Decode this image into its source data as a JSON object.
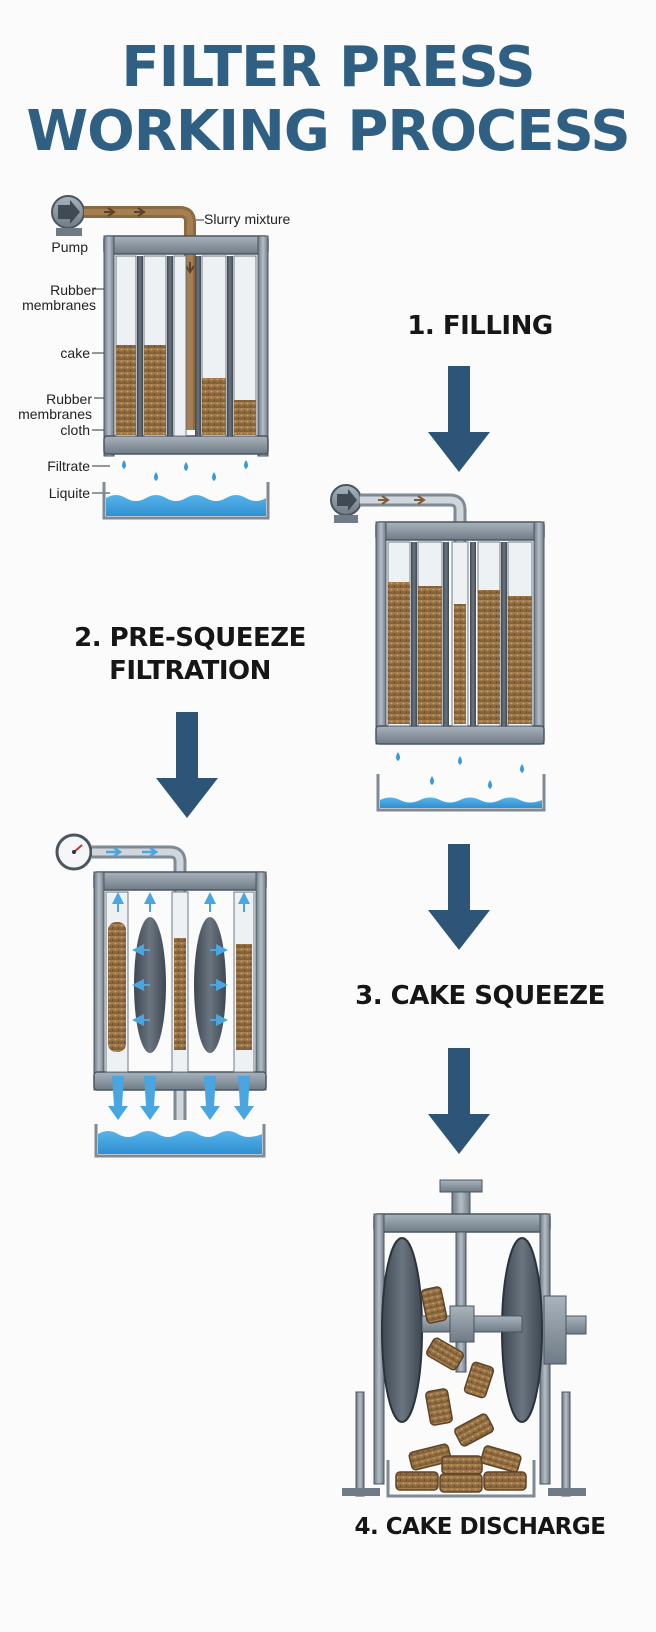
{
  "title": {
    "line1": "FILTER PRESS",
    "line2": "WORKING PROCESS"
  },
  "steps": {
    "filling": "1. FILLING",
    "pre_squeeze_line1": "2. PRE-SQUEEZE",
    "pre_squeeze_line2": "FILTRATION",
    "cake_squeeze": "3. CAKE SQUEEZE",
    "cake_discharge": "4. CAKE DISCHARGE"
  },
  "labels": {
    "slurry": "Slurry mixture",
    "pump": "Pump",
    "rubber_membranes_1_line1": "Rubber",
    "rubber_membranes_1_line2": "membranes",
    "cake": "cake",
    "rubber_membranes_2_line1": "Rubber",
    "rubber_membranes_2_line2": "membranes",
    "cloth": "cloth",
    "filtrate": "Filtrate",
    "liquite": "Liquite"
  },
  "icons": [
    "pump-icon",
    "pressure-gauge-icon",
    "down-arrow-icon"
  ],
  "colors": {
    "title": "#2f5f82",
    "frame": "#7f8a95",
    "slurry": "#8b6a42",
    "cake": "#9a7448",
    "water": "#3a9bd8",
    "arrow": "#2c5578",
    "flow_arrow": "#4aa6e0"
  }
}
